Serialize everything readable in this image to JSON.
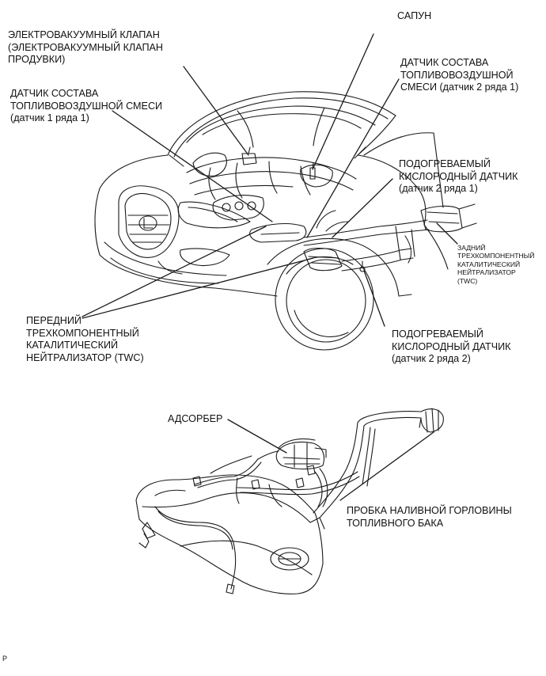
{
  "labels": {
    "evsv": {
      "line1": "ЭЛЕКТРОВАКУУМНЫЙ КЛАПАН",
      "line2": "(ЭЛЕКТРОВАКУУМНЫЙ КЛАПАН",
      "line3": "ПРОДУВКИ)"
    },
    "breather": {
      "line1": "САПУН"
    },
    "af_sensor_b1": {
      "line1": "ДАТЧИК СОСТАВА",
      "line2": "ТОПЛИВОВОЗДУШНОЙ СМЕСИ",
      "line3": "(датчик 1 ряда 1)"
    },
    "af_sensor_b2": {
      "line1": "ДАТЧИК СОСТАВА",
      "line2": "ТОПЛИВОВОЗДУШНОЙ",
      "line3": "СМЕСИ (датчик 2 ряда 1)"
    },
    "ho2_b1s2": {
      "line1": "ПОДОГРЕВАЕМЫЙ",
      "line2": "КИСЛОРОДНЫЙ ДАТЧИК",
      "line3": "(датчик 2 ряда 1)"
    },
    "rear_twc": {
      "line1": "ЗАДНИЙ",
      "line2": "ТРЕХКОМПОНЕНТНЫЙ",
      "line3": "КАТАЛИТИЧЕСКИЙ",
      "line4": "НЕЙТРАЛИЗАТОР",
      "line5": "(TWC)"
    },
    "front_twc": {
      "line1": "ПЕРЕДНИЙ",
      "line2": "ТРЕХКОМПОНЕНТНЫЙ",
      "line3": "КАТАЛИТИЧЕСКИЙ",
      "line4": "НЕЙТРАЛИЗАТОР (TWC)"
    },
    "ho2_b2s2": {
      "line1": "ПОДОГРЕВАЕМЫЙ",
      "line2": "КИСЛОРОДНЫЙ ДАТЧИК",
      "line3": "(датчик 2 ряда 2)"
    },
    "canister": {
      "line1": "АДСОРБЕР"
    },
    "fuel_cap": {
      "line1": "ПРОБКА НАЛИВНОЙ ГОРЛОВИНЫ",
      "line2": "ТОПЛИВНОГО БАКА"
    }
  },
  "page_code": "P"
}
